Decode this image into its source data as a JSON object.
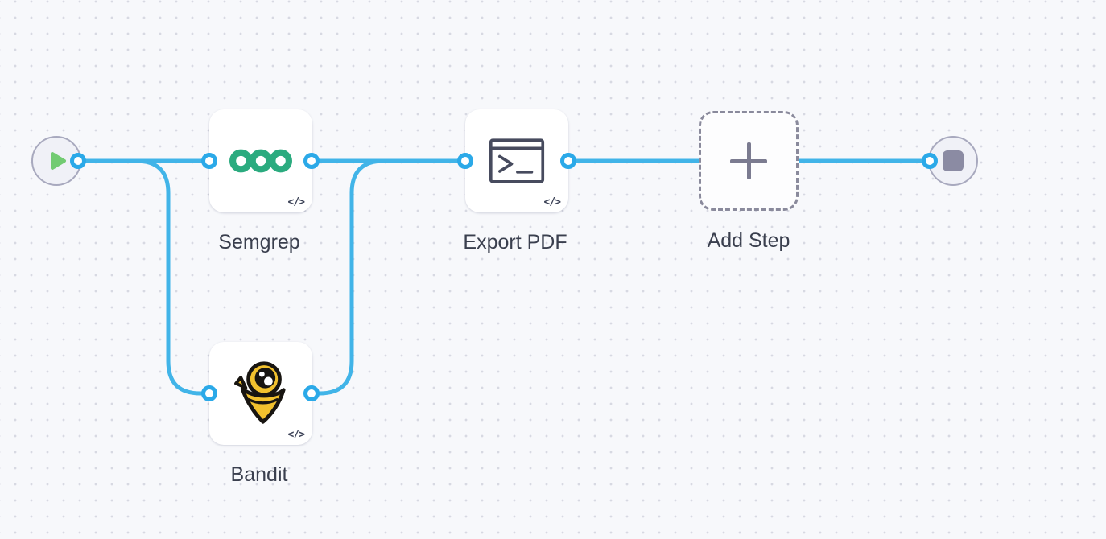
{
  "canvas": {
    "background_color": "#f7f8fb",
    "grid_dot_color": "#d7d9e2",
    "edge_color": "#41b4e8",
    "port_ring_color": "#2ba9e8",
    "card_color": "#ffffff",
    "label_color": "#3a3f4e"
  },
  "nodes": {
    "start": {
      "kind": "trigger-start",
      "icon": "play-icon",
      "icon_color": "#72cb72"
    },
    "semgrep": {
      "label": "Semgrep",
      "icon": "semgrep-rings-icon",
      "brand_color": "#2bab7f",
      "code_badge": "</>"
    },
    "bandit": {
      "label": "Bandit",
      "icon": "bandit-mascot-icon",
      "brand_color": "#f2c12e",
      "code_badge": "</>"
    },
    "export_pdf": {
      "label": "Export PDF",
      "icon": "terminal-icon",
      "icon_color": "#474b5e",
      "code_badge": "</>"
    },
    "add_step": {
      "label": "Add Step",
      "icon": "plus-icon",
      "icon_color": "#7b7b90"
    },
    "end": {
      "kind": "terminator-end",
      "icon": "stop-icon",
      "icon_color": "#8b8ba3"
    }
  },
  "edges": [
    {
      "from": "start",
      "to": "semgrep"
    },
    {
      "from": "start",
      "to": "bandit"
    },
    {
      "from": "semgrep",
      "to": "export_pdf"
    },
    {
      "from": "bandit",
      "to": "export_pdf"
    },
    {
      "from": "export_pdf",
      "to": "add_step"
    },
    {
      "from": "add_step",
      "to": "end"
    }
  ]
}
